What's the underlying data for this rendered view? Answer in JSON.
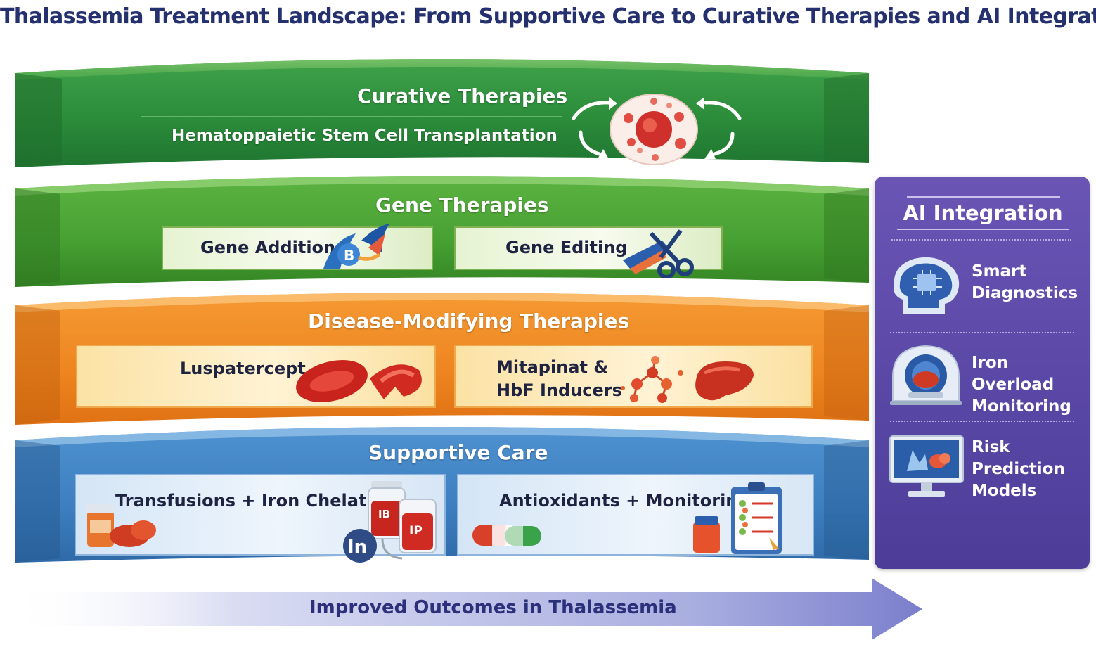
{
  "title": "Thalassemia Treatment Landscape: From Supportive Care to Curative Therapies and AI Integration",
  "tiers": {
    "curative": {
      "title": "Curative Therapies",
      "subtitle": "Hematoppaietic Stem Cell Transplantation",
      "icon": "stem-cell-cycle-icon",
      "color": "#2e8a3a"
    },
    "gene": {
      "title": "Gene Therapies",
      "cards": [
        {
          "label": "Gene Addition",
          "icon": "dna-vector-icon",
          "badge": "B"
        },
        {
          "label": "Gene Editing",
          "icon": "crispr-scissors-icon"
        }
      ],
      "color": "#4a9e32"
    },
    "disease_modifying": {
      "title": "Disease-Modifying Therapies",
      "cards": [
        {
          "label": "Luspatercept",
          "icon": "red-blood-cell-icon"
        },
        {
          "label_line1": "Mitapinat &",
          "label_line2": "HbF Inducers",
          "icon": "molecule-liver-icon"
        }
      ],
      "color": "#ef8b22"
    },
    "supportive": {
      "title": "Supportive Care",
      "cards": [
        {
          "label": "Transfusions + Iron Chelation",
          "icon": "blood-bag-icon",
          "bag_labels": [
            "IB",
            "IP"
          ],
          "badge": "In"
        },
        {
          "label": "Antioxidants + Monitoring",
          "icon": "clipboard-pills-icon"
        }
      ],
      "color": "#3d7fc2"
    }
  },
  "ai": {
    "title": "AI Integration",
    "items": [
      {
        "line1": "Smart",
        "line2": "Diagnostics",
        "icon": "brain-chip-icon"
      },
      {
        "line1": "Iron Overload",
        "line2": "Monitoring",
        "icon": "mri-scanner-icon"
      },
      {
        "line1": "Risk",
        "line2": "Prediction",
        "line3": "Models",
        "icon": "monitor-analytics-icon"
      }
    ],
    "color": "#5a48a8"
  },
  "outcome": {
    "label": "Improved Outcomes in Thalassemia",
    "icon": "arrow-right-icon"
  }
}
